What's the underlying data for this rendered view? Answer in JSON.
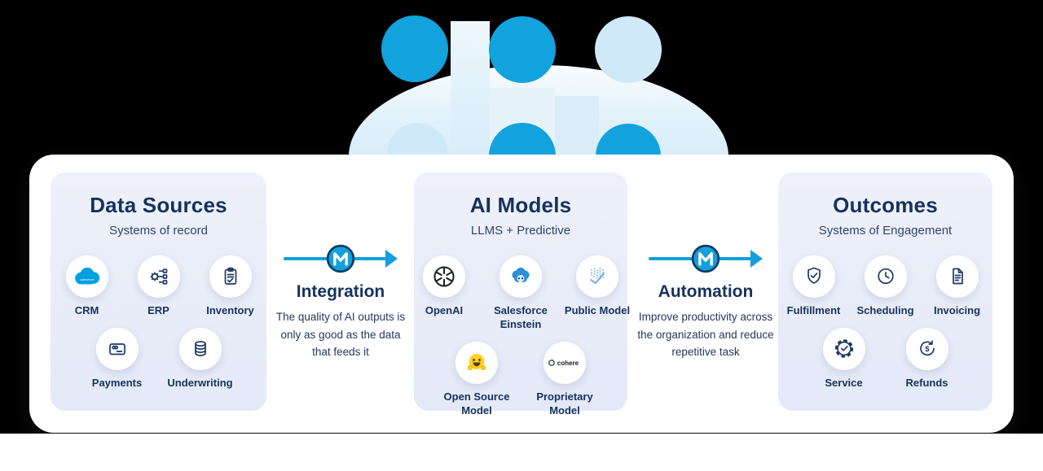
{
  "panels": [
    {
      "title": "Data Sources",
      "subtitle": "Systems of record",
      "items": [
        {
          "label": "CRM",
          "icon": "salesforce-cloud-icon"
        },
        {
          "label": "ERP",
          "icon": "gear-list-icon"
        },
        {
          "label": "Inventory",
          "icon": "clipboard-check-icon"
        },
        {
          "label": "Payments",
          "icon": "credit-card-icon"
        },
        {
          "label": "Underwriting",
          "icon": "database-icon"
        }
      ]
    },
    {
      "title": "AI Models",
      "subtitle": "LLMS + Predictive",
      "items": [
        {
          "label": "OpenAI",
          "icon": "openai-icon"
        },
        {
          "label": "Salesforce Einstein",
          "icon": "einstein-icon"
        },
        {
          "label": "Public Model",
          "icon": "predictive-dots-icon"
        },
        {
          "label": "Open Source Model",
          "icon": "hugging-face-icon"
        },
        {
          "label": "Proprietary Model",
          "icon": "cohere-logo"
        }
      ]
    },
    {
      "title": "Outcomes",
      "subtitle": "Systems of Engagement",
      "items": [
        {
          "label": "Fulfillment",
          "icon": "shield-check-icon"
        },
        {
          "label": "Scheduling",
          "icon": "clock-icon"
        },
        {
          "label": "Invoicing",
          "icon": "invoice-document-icon"
        },
        {
          "label": "Service",
          "icon": "gear-check-icon"
        },
        {
          "label": "Refunds",
          "icon": "refund-dollar-icon"
        }
      ]
    }
  ],
  "connectors": [
    {
      "title": "Integration",
      "description": "The quality of AI outputs is only as good as the data that feeds it"
    },
    {
      "title": "Automation",
      "description": "Improve productivity across the organization and reduce repetitive task"
    }
  ],
  "glyphs": {
    "salesforce": "salesforce",
    "cohere": "cohere",
    "dollar": "$"
  },
  "colors": {
    "accent_blue": "#12A2DE",
    "light_blue": "#CFE9F8",
    "navy": "#16325D",
    "panel_bg": "#E9EDF9",
    "salesforce_blue": "#00A1E0",
    "hugging_face_yellow": "#FFD21E"
  }
}
